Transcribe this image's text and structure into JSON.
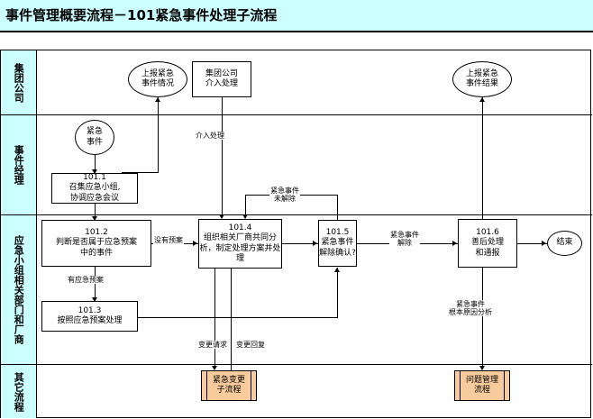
{
  "title": "事件管理概要流程－101紧急事件处理子流程",
  "colors": {
    "title_bar": "#ccffff",
    "lane_header": "#ccffff",
    "process_fill": "#ffffff",
    "subprocess_fill": "#f8cb9c",
    "line": "#000000"
  },
  "lanes": [
    {
      "id": "lane-group-company",
      "label": "集团公司"
    },
    {
      "id": "lane-incident-manager",
      "label": "事件经理"
    },
    {
      "id": "lane-emergency-team",
      "label": "应急小组相关部门和厂商"
    },
    {
      "id": "lane-other-process",
      "label": "其它流程"
    }
  ],
  "nodes": {
    "report_status": {
      "num": "",
      "title": "上报紧急\n事件情况",
      "shape": "oval"
    },
    "group_intervene": {
      "num": "",
      "title": "集团公司\n介入处理",
      "shape": "box"
    },
    "report_result": {
      "num": "",
      "title": "上报紧急\n事件结果",
      "shape": "oval"
    },
    "start_event": {
      "num": "",
      "title": "紧急\n事件",
      "shape": "oval"
    },
    "n101_1": {
      "num": "101.1",
      "title": "召集应急小组,\n协调应急会议",
      "shape": "box"
    },
    "n101_2": {
      "num": "101.2",
      "title": "判断是否属于应急预案\n中的事件",
      "shape": "box"
    },
    "n101_3": {
      "num": "101.3",
      "title": "按照应急预案处理",
      "shape": "box"
    },
    "n101_4": {
      "num": "101.4",
      "title": "组织相关厂商共同分\n析，制定处理方案并处\n理",
      "shape": "box"
    },
    "n101_5": {
      "num": "101.5",
      "title": "紧急事件\n解除确认?",
      "shape": "box"
    },
    "n101_6": {
      "num": "101.6",
      "title": "善后处理\n和通报",
      "shape": "box"
    },
    "end_event": {
      "num": "",
      "title": "结束",
      "shape": "oval"
    },
    "change_subprocess": {
      "num": "",
      "title": "紧急变更\n子流程",
      "shape": "predefined"
    },
    "problem_process": {
      "num": "",
      "title": "问题管理\n流程",
      "shape": "predefined"
    }
  },
  "edge_labels": {
    "intervene": "介入处理",
    "no_plan": "没有预案",
    "has_plan": "有应急预案",
    "not_resolved": "紧急事件\n未解除",
    "resolved": "紧急事件\n解除",
    "root_cause": "紧急事件\n根本原因分析",
    "change_request": "变更请求",
    "change_reply": "变更回复"
  }
}
